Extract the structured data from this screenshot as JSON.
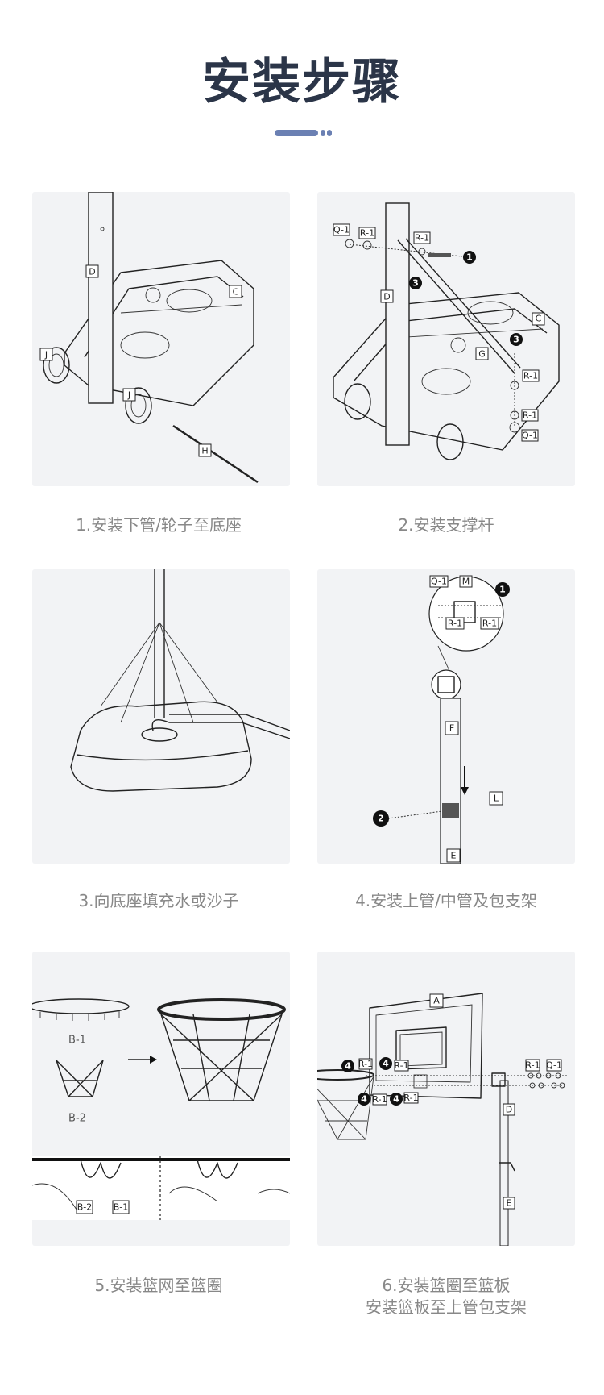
{
  "header": {
    "title": "安装步骤"
  },
  "steps": [
    {
      "caption": "1.安装下管/轮子至底座",
      "labels": [
        "D",
        "C",
        "J",
        "J",
        "H"
      ]
    },
    {
      "caption": "2.安装支撑杆",
      "labels": [
        "Q-1",
        "R-1",
        "R-1",
        "1",
        "D",
        "3",
        "C",
        "G",
        "3",
        "R-1",
        "R-1",
        "Q-1"
      ]
    },
    {
      "caption": "3.向底座填充水或沙子",
      "labels": []
    },
    {
      "caption": "4.安装上管/中管及包支架",
      "labels": [
        "Q-1",
        "M",
        "1",
        "R-1",
        "R-1",
        "F",
        "L",
        "2",
        "E"
      ]
    },
    {
      "caption": "5.安装篮网至篮圈",
      "labels": [
        "B-1",
        "B-2",
        "B-2",
        "B-1"
      ]
    },
    {
      "caption_line1": "6.安装篮圈至篮板",
      "caption_line2": "安装篮板至上管包支架",
      "labels": [
        "A",
        "4",
        "R-1",
        "4",
        "R-1",
        "4",
        "R-1",
        "4",
        "R-1",
        "R-1",
        "Q-1",
        "D",
        "E"
      ]
    }
  ],
  "colors": {
    "title": "#2b3548",
    "accent": "#6b80b3",
    "panel_bg": "#f2f3f5",
    "caption": "#888888"
  }
}
